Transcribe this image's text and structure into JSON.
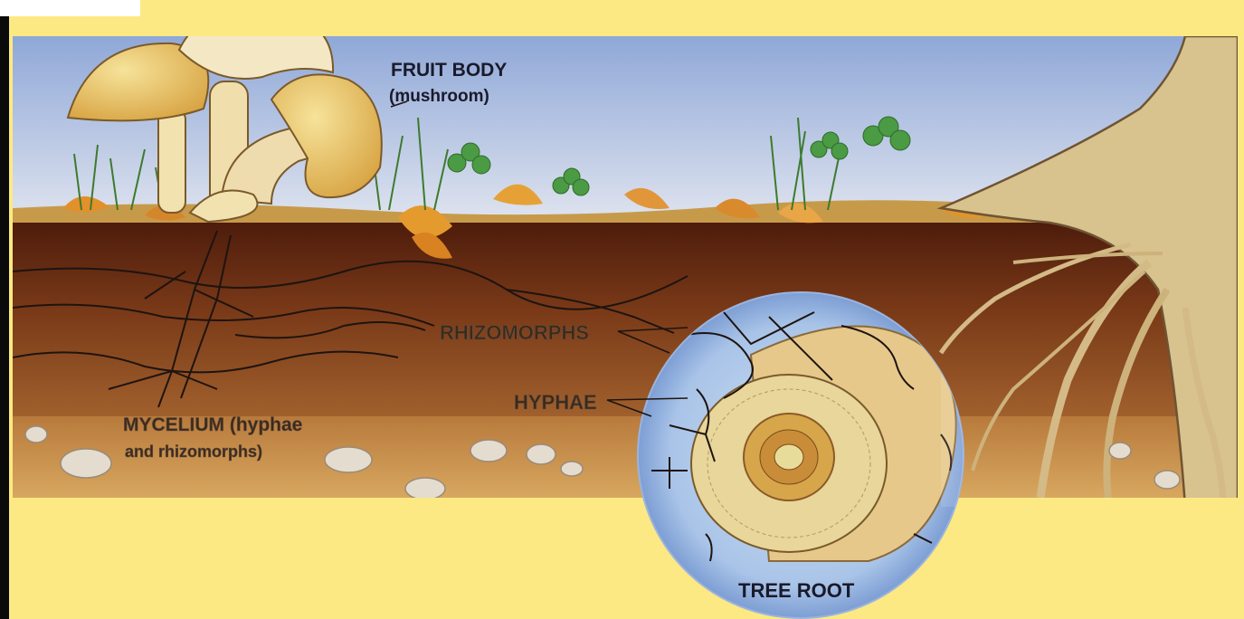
{
  "diagram": {
    "colors": {
      "page": "#fce983",
      "sky_top": "#8fa8d8",
      "sky_bottom": "#d6dcea",
      "topsoil": "#5a2410",
      "soil": "#8a4a22",
      "subsoil": "#c99450",
      "root_section": "#e8d69a",
      "hyphae": "#1e1410"
    },
    "labels": {
      "fruit_body": "FRUIT BODY",
      "fruit_body_sub": "(mushroom)",
      "rhizomorphs": "RHIZOMORPHS",
      "hyphae": "HYPHAE",
      "mycelium": "MYCELIUM (hyphae",
      "mycelium_sub": "and rhizomorphs)",
      "tree_root": "TREE ROOT"
    }
  }
}
